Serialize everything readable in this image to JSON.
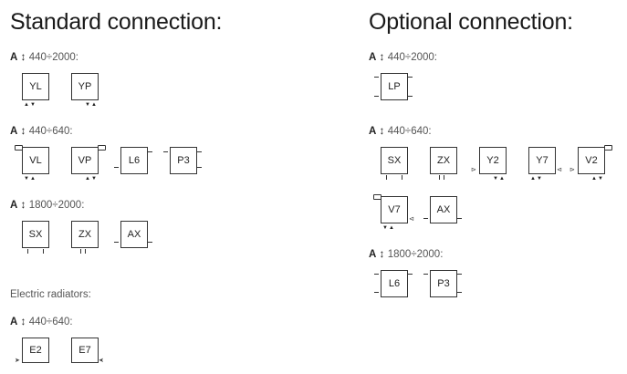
{
  "standard": {
    "title": "Standard connection:",
    "groups": [
      {
        "label_a": "A",
        "label_range": "440÷2000:",
        "items": [
          "YL",
          "YP"
        ]
      },
      {
        "label_a": "A",
        "label_range": "440÷640:",
        "items": [
          "VL",
          "VP",
          "L6",
          "P3"
        ]
      },
      {
        "label_a": "A",
        "label_range": "1800÷2000:",
        "items": [
          "SX",
          "ZX",
          "AX"
        ]
      }
    ],
    "electric_note": "Electric radiators:",
    "electric_group": {
      "label_a": "A",
      "label_range": "440÷640:",
      "items": [
        "E2",
        "E7"
      ]
    }
  },
  "optional": {
    "title": "Optional connection:",
    "groups": [
      {
        "label_a": "A",
        "label_range": "440÷2000:",
        "items": [
          "LP"
        ]
      },
      {
        "label_a": "A",
        "label_range": "440÷640:",
        "items": [
          "SX",
          "ZX",
          "Y2",
          "Y7",
          "V2",
          "V7",
          "AX"
        ]
      },
      {
        "label_a": "A",
        "label_range": "1800÷2000:",
        "items": [
          "L6",
          "P3"
        ]
      }
    ]
  },
  "height_arrow_glyph": "↕"
}
